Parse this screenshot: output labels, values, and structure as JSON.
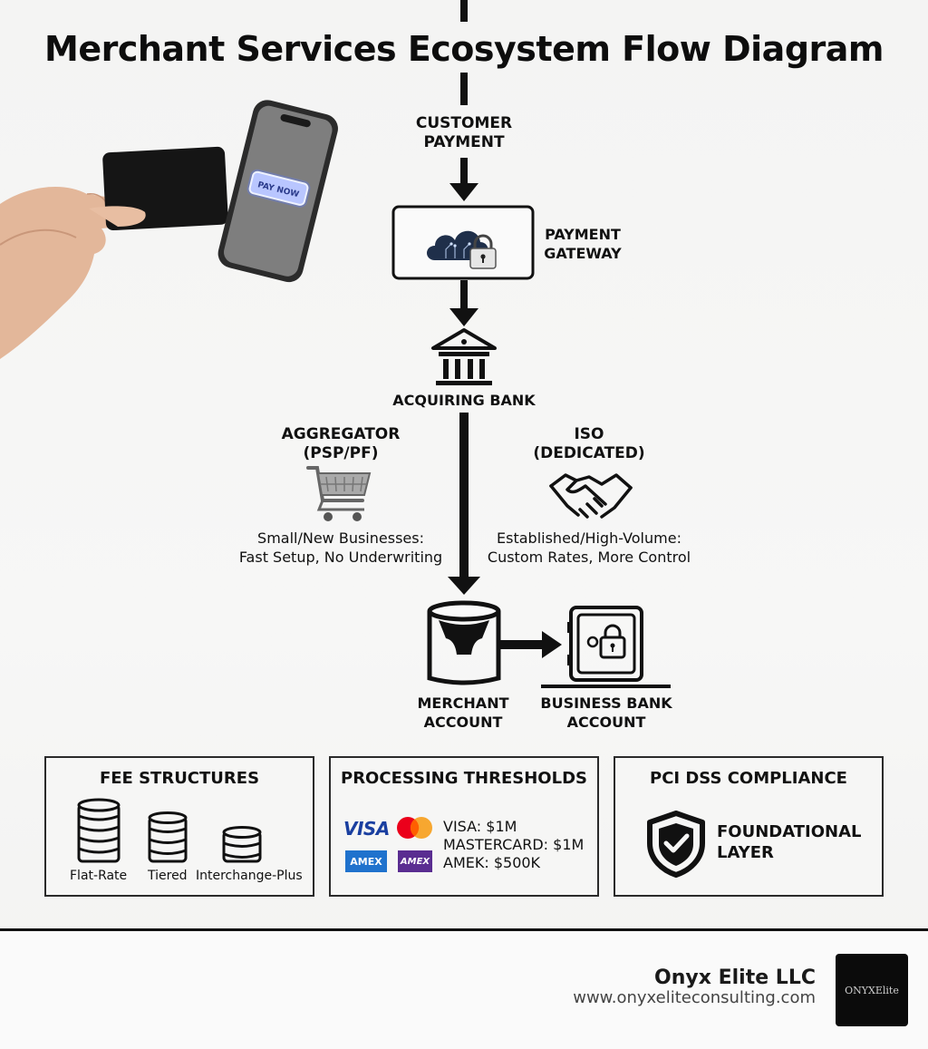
{
  "title": "Merchant Services Ecosystem Flow Diagram",
  "flow": {
    "customer_payment": "CUSTOMER\nPAYMENT",
    "payment_gateway": "PAYMENT\nGATEWAY",
    "acquiring_bank": "ACQUIRING BANK",
    "merchant_account": "MERCHANT\nACCOUNT",
    "business_bank_account": "BUSINESS BANK\nACCOUNT",
    "phone_button": "PAY NOW"
  },
  "aggregator": {
    "title": "AGGREGATOR\n(PSP/PF)",
    "desc": "Small/New Businesses:\nFast Setup, No Underwriting"
  },
  "iso": {
    "title": "ISO\n(DEDICATED)",
    "desc": "Established/High-Volume:\nCustom Rates, More Control"
  },
  "cards": {
    "fees": {
      "title": "FEE STRUCTURES",
      "items": [
        "Flat-Rate",
        "Tiered",
        "Interchange-Plus"
      ]
    },
    "thresholds": {
      "title": "PROCESSING THRESHOLDS",
      "logos": [
        "VISA",
        "AMEX",
        "AMEX"
      ],
      "lines": [
        "VISA: $1M",
        "MASTERCARD: $1M",
        "AMEK: $500K"
      ]
    },
    "pci": {
      "title": "PCI DSS COMPLIANCE",
      "text": "FOUNDATIONAL\nLAYER"
    }
  },
  "footer": {
    "company": "Onyx Elite LLC",
    "url": "www.onyxeliteconsulting.com",
    "logo_text": "ONYXElite"
  },
  "colors": {
    "ink": "#111111",
    "visa_blue": "#1a3fa0",
    "amex_blue": "#1f72cd",
    "amex_purple": "#5a2d91",
    "mc_red": "#eb001b",
    "mc_orange": "#f79e1b",
    "glow": "#5b7cff"
  }
}
